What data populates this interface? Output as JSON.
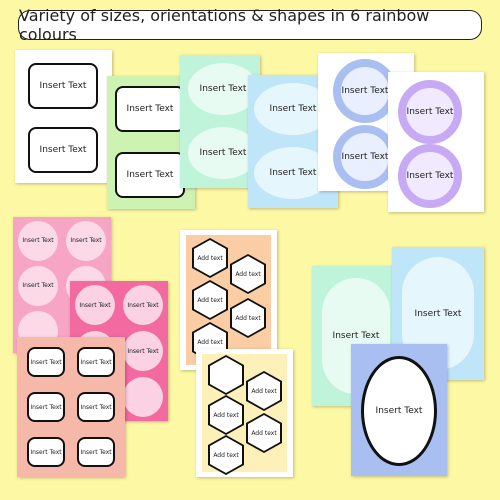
{
  "banner": {
    "title": "Variety of sizes, orientations & shapes in 6 rainbow colours"
  },
  "labels": {
    "insert": "Insert Text",
    "add": "Add text"
  },
  "colors": {
    "background": "#fdf8a4",
    "red": "#f7a5c4",
    "pink": "#f26aa0",
    "peach": "#f6b8a8",
    "orange": "#fbcda5",
    "yellow": "#fdf0b8",
    "green": "#cdf2b2",
    "mint": "#bff3da",
    "blue": "#bfe5f8",
    "periwinkle": "#a9bff2",
    "purple": "#c7a9f4"
  }
}
